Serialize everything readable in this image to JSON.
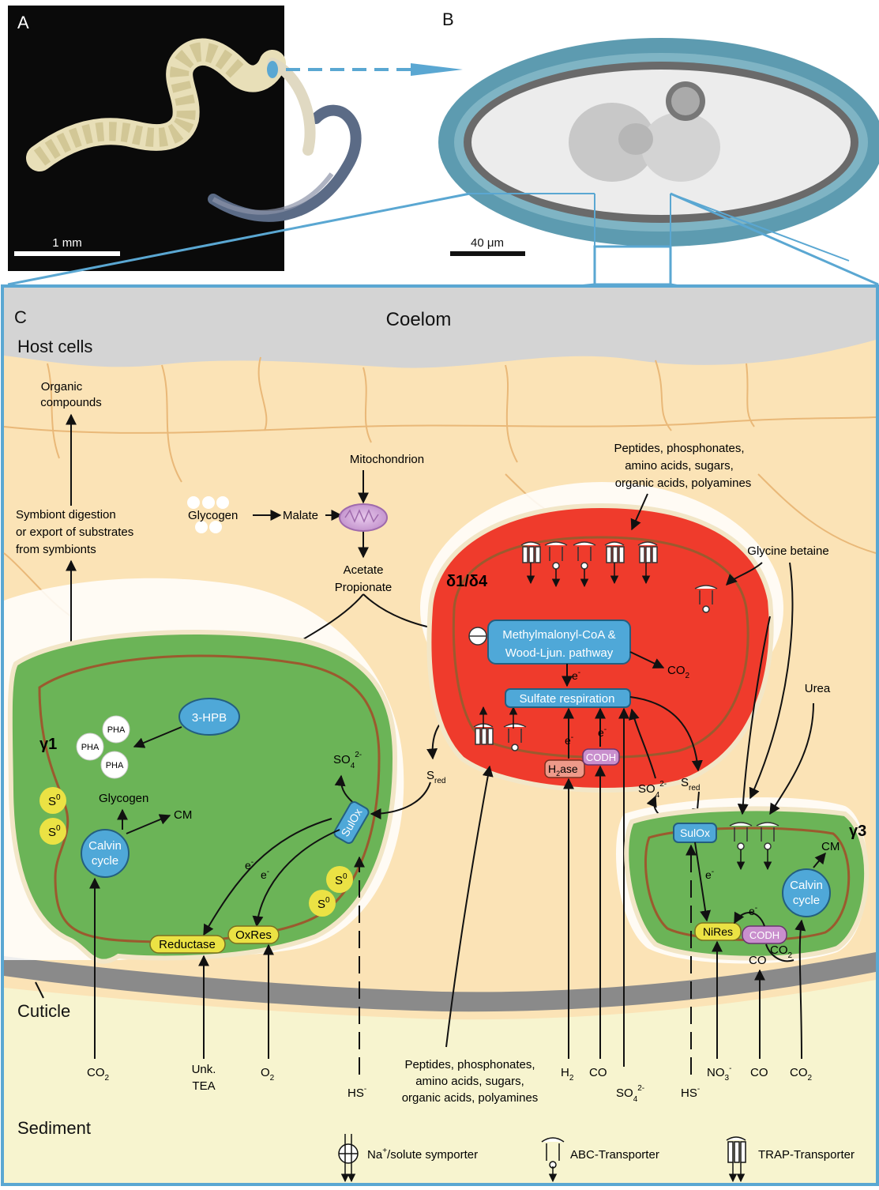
{
  "panels": {
    "a": {
      "letter": "A",
      "scale": "1 mm"
    },
    "b": {
      "letter": "B",
      "scale": "40 μm"
    },
    "c": {
      "letter": "C"
    }
  },
  "regions": {
    "coelom": "Coelom",
    "host_cells": "Host cells",
    "cuticle": "Cuticle",
    "sediment": "Sediment"
  },
  "host": {
    "organic_1": "Organic",
    "organic_2": "compounds",
    "digestion_1": "Symbiont digestion",
    "digestion_2": "or export of substrates",
    "digestion_3": "from symbionts",
    "glycogen": "Glycogen",
    "malate": "Malate",
    "mitochondrion": "Mitochondrion",
    "acetate": "Acetate",
    "propionate": "Propionate"
  },
  "gamma1": {
    "label": "γ1",
    "hpb": "3-HPB",
    "pha": "PHA",
    "s0": "S",
    "s0_sup": "0",
    "glycogen": "Glycogen",
    "cm": "CM",
    "calvin_1": "Calvin",
    "calvin_2": "cycle",
    "so4": "SO",
    "so4_sub": "4",
    "so4_sup": "2-",
    "sulox": "SulOx",
    "e": "e",
    "e_sup": "-",
    "reductase": "Reductase",
    "oxres": "OxRes"
  },
  "delta": {
    "label": "δ1/δ4",
    "substrates_1": "Peptides, phosphonates,",
    "substrates_2": "amino acids, sugars,",
    "substrates_3": "organic acids, polyamines",
    "glycine_betaine": "Glycine betaine",
    "wood_1": "Methylmalonyl-CoA &",
    "wood_2": "Wood-Ljun. pathway",
    "co2": "CO",
    "co2_sub": "2",
    "sulfate_resp": "Sulfate respiration",
    "h2ase_h": "H",
    "h2ase_sub": "2",
    "h2ase_ase": "ase",
    "codh": "CODH",
    "sred": "S",
    "sred_sub": "red"
  },
  "gamma3": {
    "label": "γ3",
    "urea": "Urea",
    "sulox": "SulOx",
    "niress": "NiRes",
    "codh": "CODH",
    "cm": "CM",
    "calvin_1": "Calvin",
    "calvin_2": "cycle",
    "co": "CO",
    "co2": "CO",
    "co2_sub": "2",
    "so4": "SO",
    "so4_sub": "4",
    "so4_sup": "2-",
    "sred": "S",
    "sred_sub": "red"
  },
  "sediment_labels": {
    "co2": "CO",
    "co2_sub": "2",
    "unk_1": "Unk.",
    "unk_2": "TEA",
    "o2": "O",
    "o2_sub": "2",
    "hs": "HS",
    "hs_sup": "-",
    "substrates_1": "Peptides, phosphonates,",
    "substrates_2": "amino acids, sugars,",
    "substrates_3": "organic acids, polyamines",
    "h2": "H",
    "h2_sub": "2",
    "co": "CO",
    "so4": "SO",
    "so4_sub": "4",
    "so4_sup": "2-",
    "no3": "NO",
    "no3_sub": "3",
    "no3_sup": "-"
  },
  "legend": {
    "symporter": "Na",
    "symporter_sup": "+",
    "symporter_rest": "/solute symporter",
    "abc": "ABC-Transporter",
    "trap": "TRAP-Transporter"
  },
  "colors": {
    "panel_border": "#5aa7d2",
    "host_tissue": "#fbe3b6",
    "coelom": "#d4d4d4",
    "sediment": "#f7f4cf",
    "cuticle": "#8a8a8a",
    "green_symbiont": "#6bb457",
    "red_symbiont": "#ef3b2c",
    "membrane": "#9b5a2e",
    "blue_box": "#4fa8d8",
    "yellow_box": "#ebe244",
    "purple_box": "#c98fcd"
  }
}
